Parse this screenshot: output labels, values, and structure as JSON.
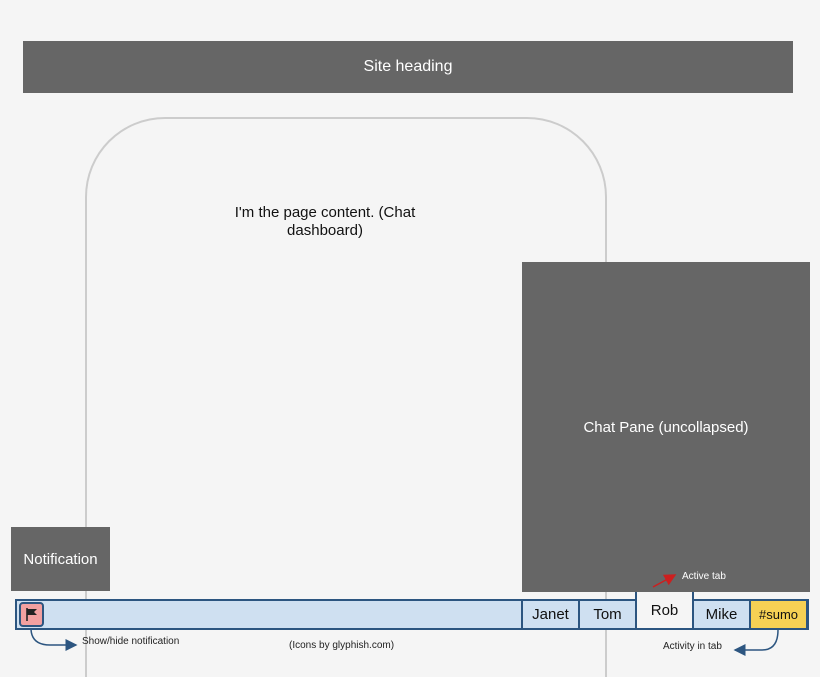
{
  "site_heading": "Site heading",
  "page_content": "I'm the page content.  (Chat dashboard)",
  "chat_pane": "Chat Pane (uncollapsed)",
  "notification": "Notification",
  "chat_bar": {
    "notification_toggle_icon": "flag-icon",
    "tabs": [
      {
        "label": "Janet",
        "active": false
      },
      {
        "label": "Tom",
        "active": false
      },
      {
        "label": "Rob",
        "active": true
      },
      {
        "label": "Mike",
        "active": false
      },
      {
        "label": "#sumo",
        "active": false,
        "activity": true
      }
    ]
  },
  "annotations": {
    "show_hide": "Show/hide notification",
    "icons_credit": "(Icons by glyphish.com)",
    "activity": "Activity in tab",
    "active_tab": "Active tab"
  },
  "colors": {
    "panel": "#666666",
    "bar": "#cfe0f1",
    "bar_border": "#2c5580",
    "activity": "#f6d154",
    "toggle": "#f2a0a0",
    "active_arrow": "#cc1f1f"
  }
}
